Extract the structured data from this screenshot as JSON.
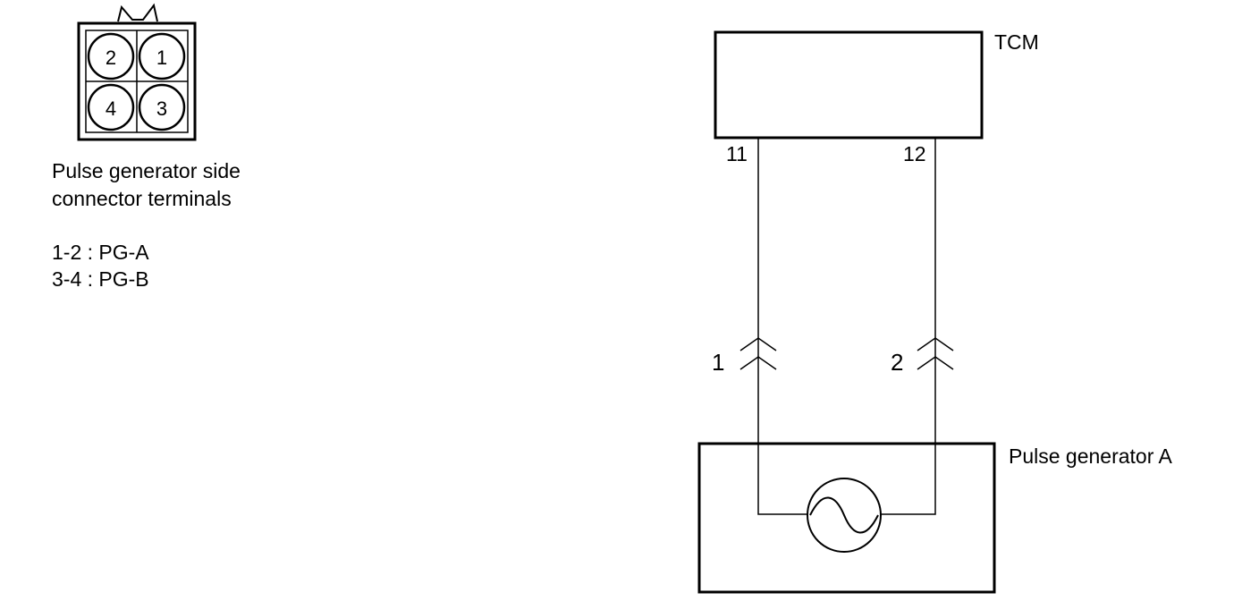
{
  "connector": {
    "pins": [
      "2",
      "1",
      "4",
      "3"
    ],
    "caption_line1": "Pulse generator side",
    "caption_line2": "connector terminals",
    "legend": [
      "1-2 : PG-A",
      "3-4 : PG-B"
    ]
  },
  "tcm": {
    "label": "TCM",
    "pin_left": "11",
    "pin_right": "12"
  },
  "harness": {
    "pin_left": "1",
    "pin_right": "2"
  },
  "pulse_generator": {
    "label": "Pulse generator A"
  }
}
